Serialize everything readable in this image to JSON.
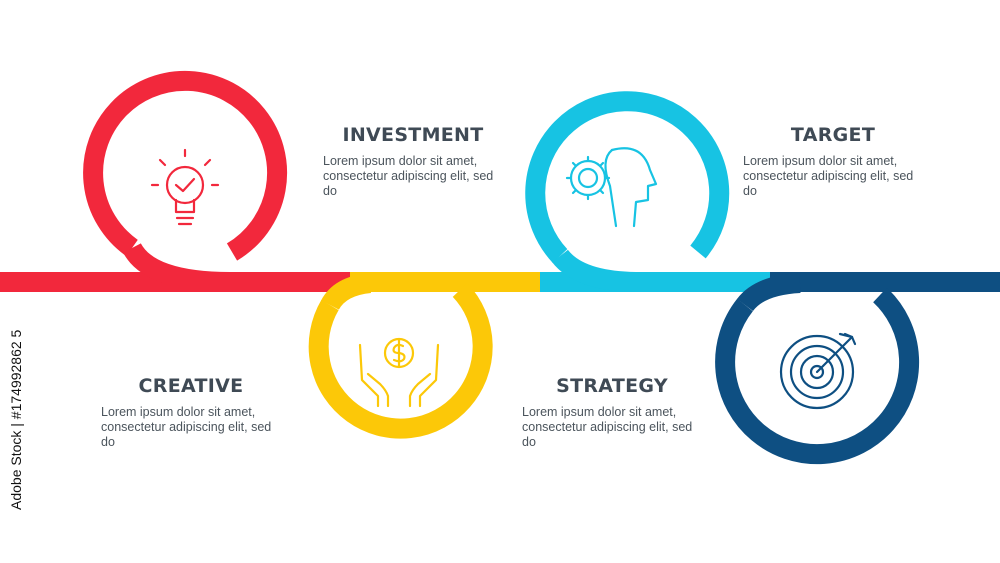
{
  "steps": [
    {
      "title": "INVESTMENT",
      "text": "Lorem ipsum dolor sit amet, consectetur adipiscing elit, sed do",
      "color": "#f2283c",
      "icon": "lightbulb-check-icon"
    },
    {
      "title": "CREATIVE",
      "text": "Lorem ipsum dolor sit amet, consectetur adipiscing elit, sed do",
      "color": "#fcc808",
      "icon": "hands-dollar-coin-icon"
    },
    {
      "title": "TARGET",
      "text": "Lorem ipsum dolor sit amet, consectetur adipiscing elit, sed do",
      "color": "#17c3e3",
      "icon": "head-gear-icon"
    },
    {
      "title": "STRATEGY",
      "text": "Lorem ipsum dolor sit amet, consectetur adipiscing elit, sed do",
      "color": "#0e4f82",
      "icon": "target-arrow-icon"
    }
  ],
  "watermark": {
    "side_text": "Adobe Stock | #174992862 5"
  }
}
